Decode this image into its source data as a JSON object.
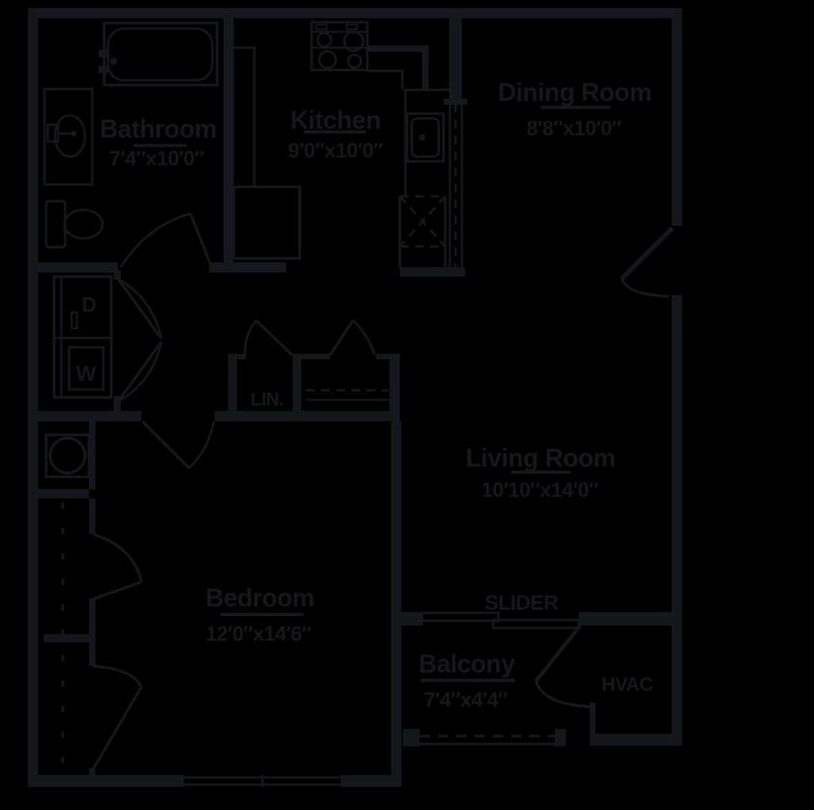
{
  "canvas": {
    "background": "#000000",
    "ink": "#14181c"
  },
  "rooms": [
    {
      "name": "Bathroom",
      "dims": "7′4″x10′0″"
    },
    {
      "name": "Kitchen",
      "dims": "9′0″x10′0″"
    },
    {
      "name": "Dining Room",
      "dims": "8′8″x10′0″"
    },
    {
      "name": "Living Room",
      "dims": "10′10″x14′0″"
    },
    {
      "name": "Bedroom",
      "dims": "12′0″x14′6″"
    },
    {
      "name": "Balcony",
      "dims": "7′4″x4′4″"
    }
  ],
  "labels": {
    "slider": "SLIDER",
    "hvac": "HVAC",
    "linen": "LIN.",
    "dryer": "D",
    "washer": "W"
  }
}
